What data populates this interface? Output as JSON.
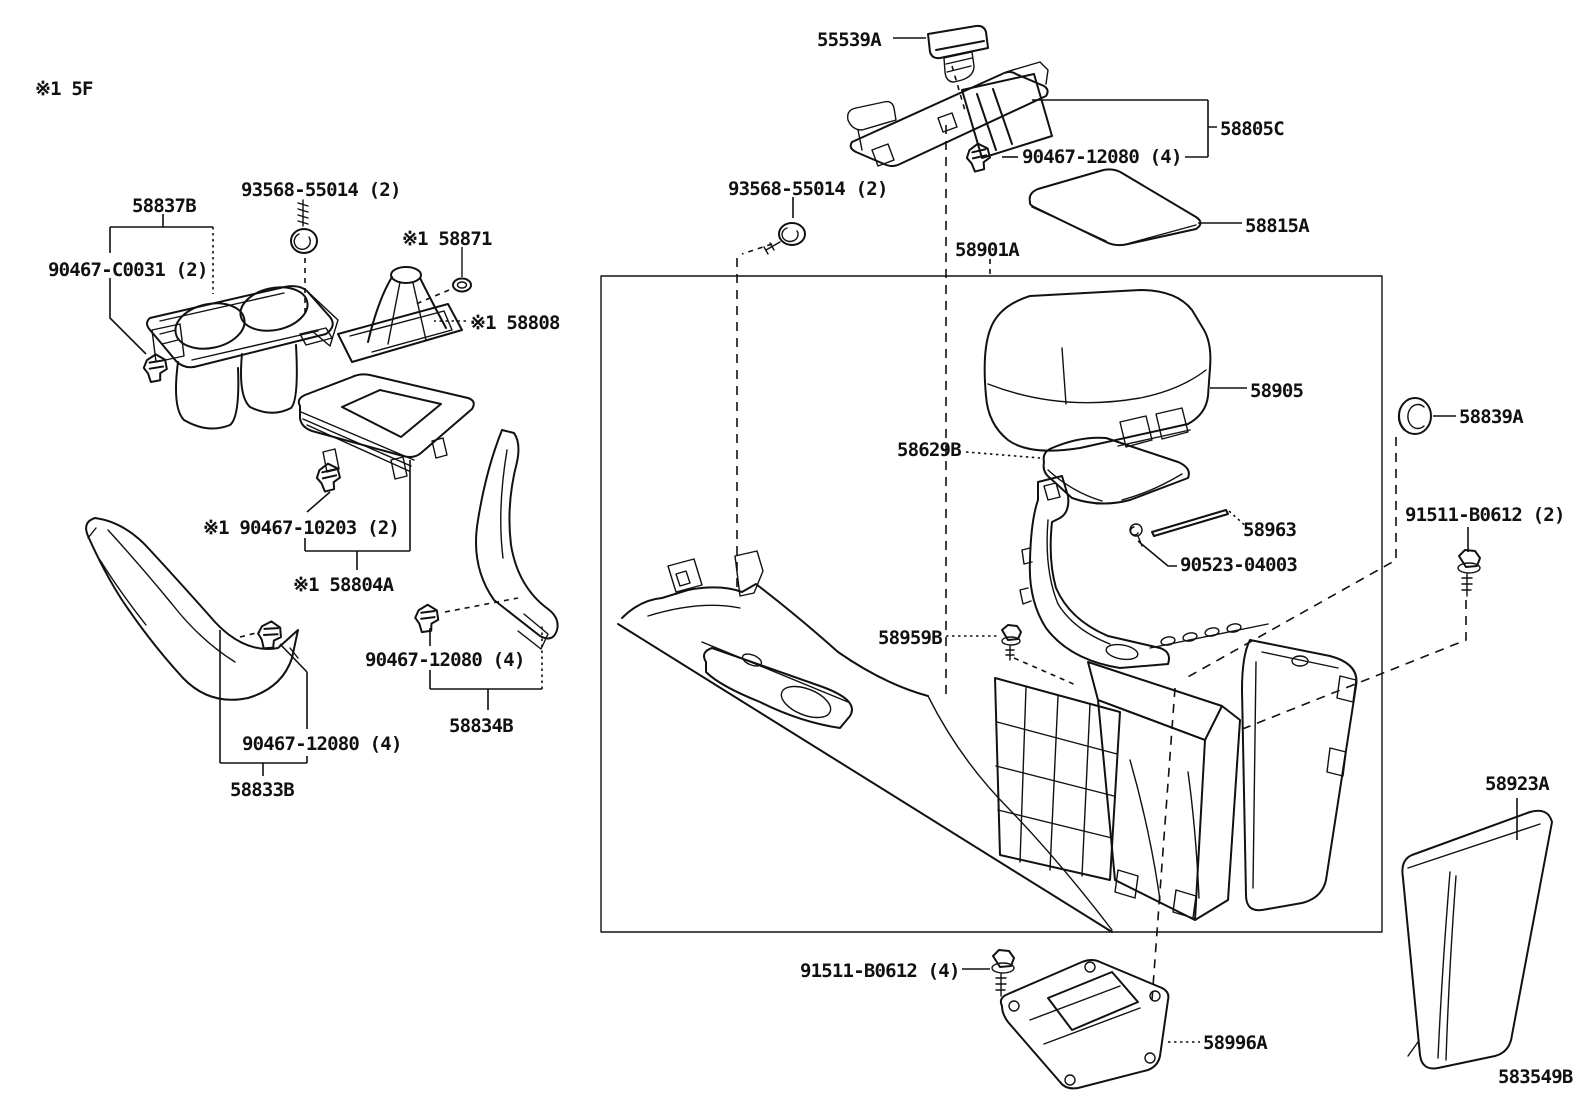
{
  "colors": {
    "ink": "#111111",
    "background": "#ffffff"
  },
  "note": "※1 5F",
  "diagram_code": "583549B",
  "labels": {
    "l58837b": "58837B",
    "l93568_left": "93568-55014 (2)",
    "l90467c0031": "90467-C0031 (2)",
    "l58871": "※1 58871",
    "l58808": "※1 58808",
    "l90467_10203": "※1 90467-10203 (2)",
    "l58804a": "※1 58804A",
    "l90467_12080_mid": "90467-12080 (4)",
    "l58834b": "58834B",
    "l90467_12080_bl": "90467-12080 (4)",
    "l58833b": "58833B",
    "l55539a": "55539A",
    "l58805c": "58805C",
    "l90467_12080_top": "90467-12080 (4)",
    "l93568_right": "93568-55014 (2)",
    "l58815a": "58815A",
    "l58901a": "58901A",
    "l58905": "58905",
    "l58839a": "58839A",
    "l58629b": "58629B",
    "l91511_b0612_2": "91511-B0612 (2)",
    "l58963": "58963",
    "l90523_04003": "90523-04003",
    "l58959b": "58959B",
    "l58923a": "58923A",
    "l91511_b0612_4": "91511-B0612 (4)",
    "l58996a": "58996A"
  }
}
